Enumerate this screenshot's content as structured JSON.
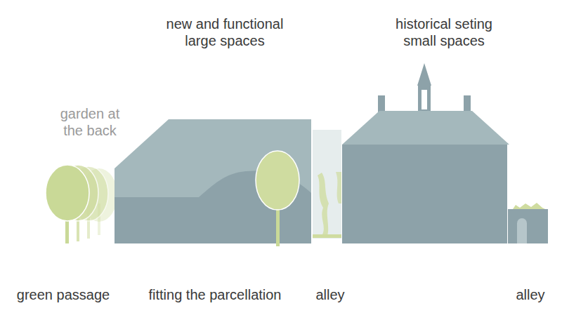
{
  "diagram": {
    "labels": [
      "new and functional large spaces",
      "historical seting small spaces",
      "garden at the back",
      "green passage",
      "fitting the parcellation",
      "alley",
      "alley"
    ]
  }
}
